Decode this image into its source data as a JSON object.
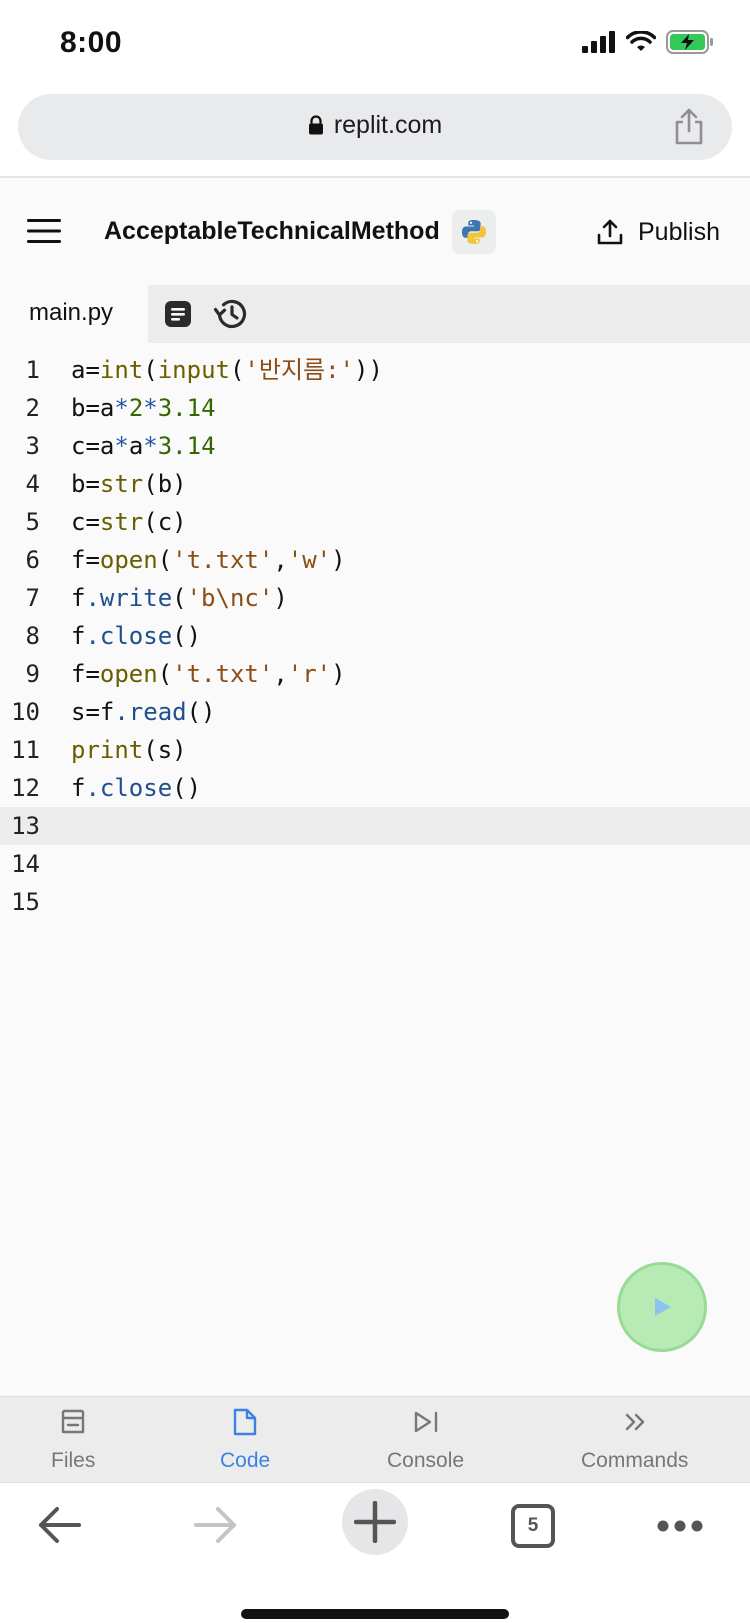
{
  "status": {
    "time": "8:00"
  },
  "browser": {
    "url": "replit.com",
    "tabs_count": "5"
  },
  "header": {
    "repl_name": "AcceptableTechnicalMethod",
    "publish_label": "Publish"
  },
  "tab": {
    "filename": "main.py"
  },
  "editor": {
    "lines": [
      {
        "num": "1",
        "code": "a=int(input('반지름:'))"
      },
      {
        "num": "2",
        "code": "b=a*2*3.14"
      },
      {
        "num": "3",
        "code": "c=a*a*3.14"
      },
      {
        "num": "4",
        "code": "b=str(b)"
      },
      {
        "num": "5",
        "code": "c=str(c)"
      },
      {
        "num": "6",
        "code": "f=open('t.txt','w')"
      },
      {
        "num": "7",
        "code": "f.write('b\\nc')"
      },
      {
        "num": "8",
        "code": "f.close()"
      },
      {
        "num": "9",
        "code": "f=open('t.txt','r')"
      },
      {
        "num": "10",
        "code": "s=f.read()"
      },
      {
        "num": "11",
        "code": "print(s)"
      },
      {
        "num": "12",
        "code": "f.close()"
      },
      {
        "num": "13",
        "code": ""
      },
      {
        "num": "14",
        "code": ""
      },
      {
        "num": "15",
        "code": ""
      }
    ],
    "current_line": "13"
  },
  "bottom_nav": {
    "files": "Files",
    "code": "Code",
    "console": "Console",
    "commands": "Commands",
    "active": "Code"
  },
  "colors": {
    "accent": "#3a82e4",
    "run_button": "#b8eab6",
    "battery": "#34c759"
  }
}
